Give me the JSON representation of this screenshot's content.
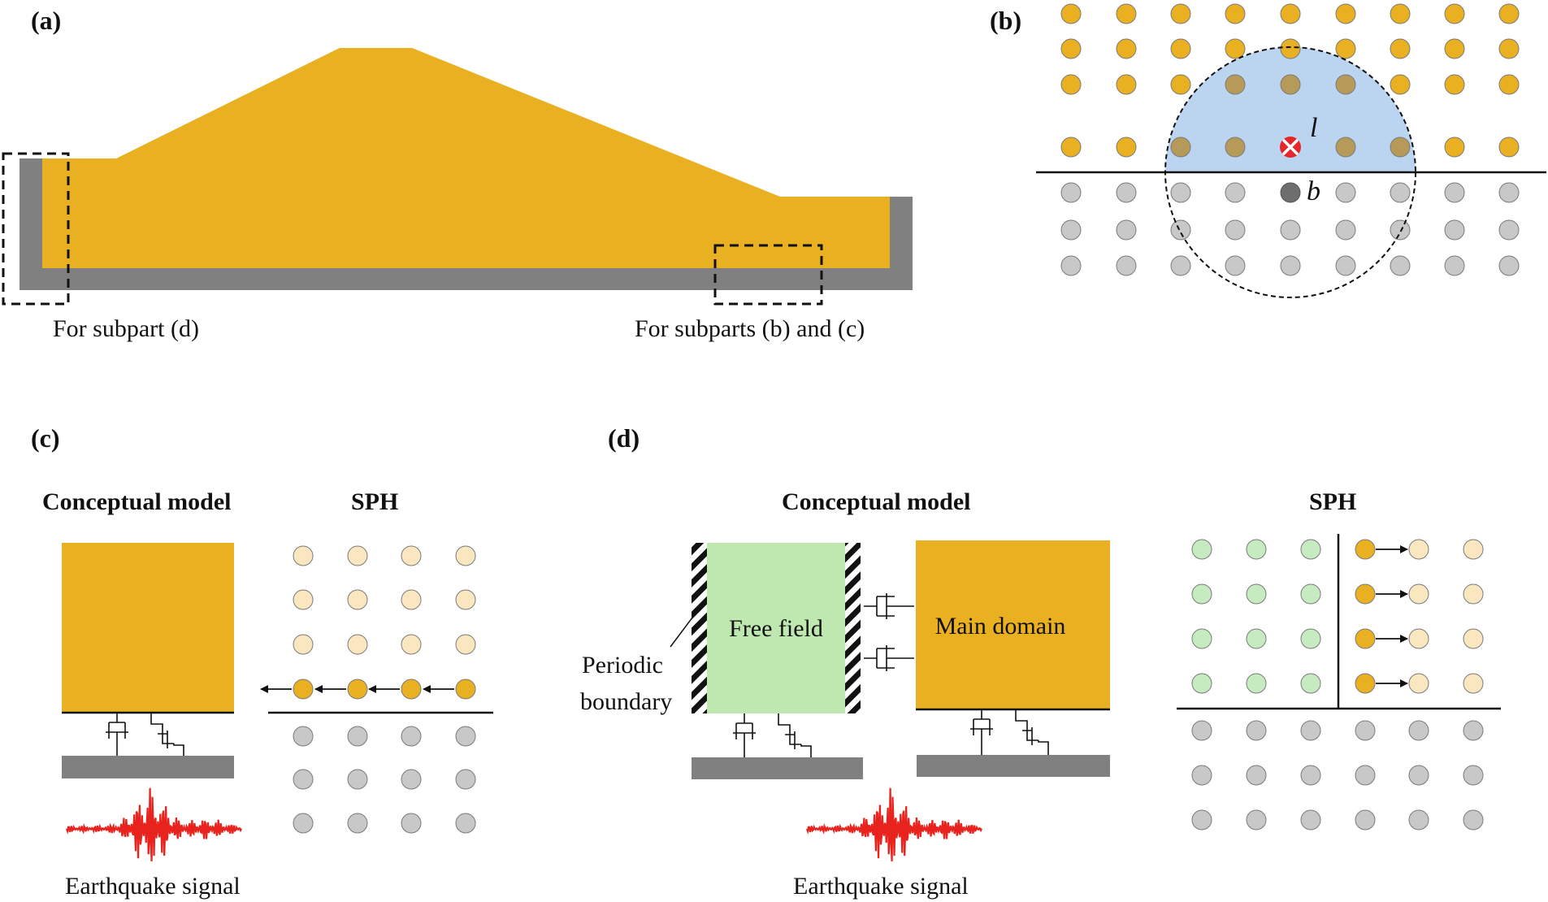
{
  "colors": {
    "soil": "#E9B022",
    "soil_light": "#FBE7BF",
    "boundary": "#C8C8C8",
    "wall": "#808080",
    "free_field": "#BFE8B1",
    "free_field_particle": "#C7EBC0",
    "influence_domain": "#BBD4F0",
    "marker": "#E5262B",
    "signal": "#E8231E"
  },
  "panel_a": {
    "label": "(a)",
    "note_left": "For subpart (d)",
    "note_right": "For subparts (b) and (c)"
  },
  "panel_b": {
    "label": "(b)",
    "particle_l_label": "l",
    "particle_b_label": "b"
  },
  "panel_c": {
    "label": "(c)",
    "conceptual_title": "Conceptual model",
    "sph_title": "SPH",
    "signal_caption": "Earthquake signal"
  },
  "panel_d": {
    "label": "(d)",
    "conceptual_title": "Conceptual model",
    "sph_title": "SPH",
    "free_field_label": "Free field",
    "main_domain_label": "Main domain",
    "periodic_label_line1": "Periodic",
    "periodic_label_line2": "boundary",
    "signal_caption": "Earthquake signal"
  },
  "icons": [
    "dashpot-spring-icon",
    "earthquake-signal-icon",
    "particle-marker-icon",
    "arrow-icon"
  ]
}
